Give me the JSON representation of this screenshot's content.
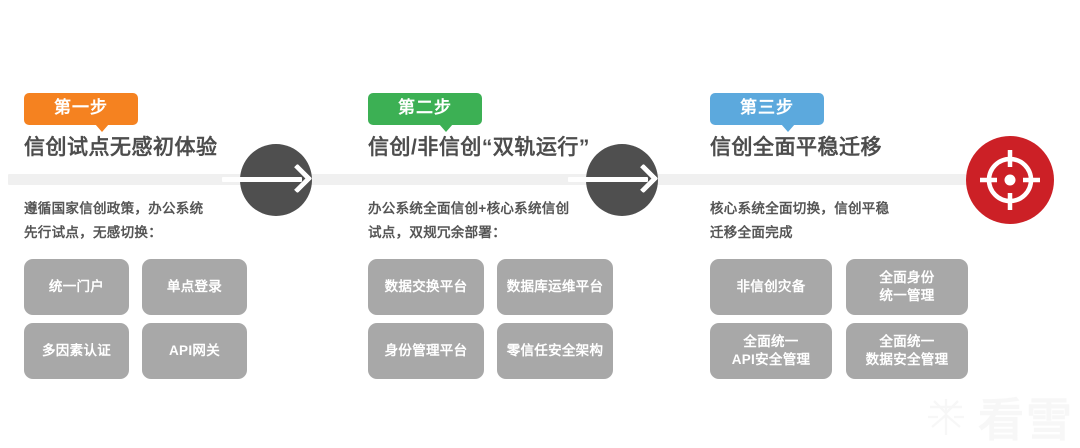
{
  "meta": {
    "background": "#ffffff",
    "rail_color": "#f0f0f0",
    "arrow_node_color": "#4f4f4f",
    "target_color": "#cc2026",
    "box_color": "#a8a8a8",
    "headline_color": "#4d4d4d"
  },
  "columns": [
    {
      "badge": {
        "label": "第一步",
        "color": "#f58220"
      },
      "headline": "信创试点无感初体验",
      "description": "遵循国家信创政策，办公系统\n先行试点，无感切换：",
      "boxes": [
        {
          "label": "统一门户"
        },
        {
          "label": "单点登录"
        },
        {
          "label": "多因素认证"
        },
        {
          "label": "API网关"
        }
      ]
    },
    {
      "badge": {
        "label": "第二步",
        "color": "#3cb054"
      },
      "headline": "信创/非信创“双轨运行”",
      "description": "办公系统全面信创+核心系统信创\n试点，双规冗余部署：",
      "boxes": [
        {
          "label": "数据交换平台"
        },
        {
          "label": "数据库运维平台"
        },
        {
          "label": "身份管理平台"
        },
        {
          "label": "零信任安全架构"
        }
      ]
    },
    {
      "badge": {
        "label": "第三步",
        "color": "#5ca9dd"
      },
      "headline": "信创全面平稳迁移",
      "description": "核心系统全面切换，信创平稳\n迁移全面完成",
      "boxes": [
        {
          "label": "非信创灾备"
        },
        {
          "label": "全面身份\n统一管理"
        },
        {
          "label": "全面统一\nAPI安全管理"
        },
        {
          "label": "全面统一\n数据安全管理"
        }
      ]
    }
  ],
  "connectors": [
    {
      "icon": "arrow-right-icon"
    },
    {
      "icon": "arrow-right-icon"
    }
  ],
  "goal": {
    "icon": "target-crosshair-icon",
    "color": "#cc2026"
  },
  "watermark": {
    "text": "看雪",
    "icon": "kanxue-logo-icon"
  }
}
